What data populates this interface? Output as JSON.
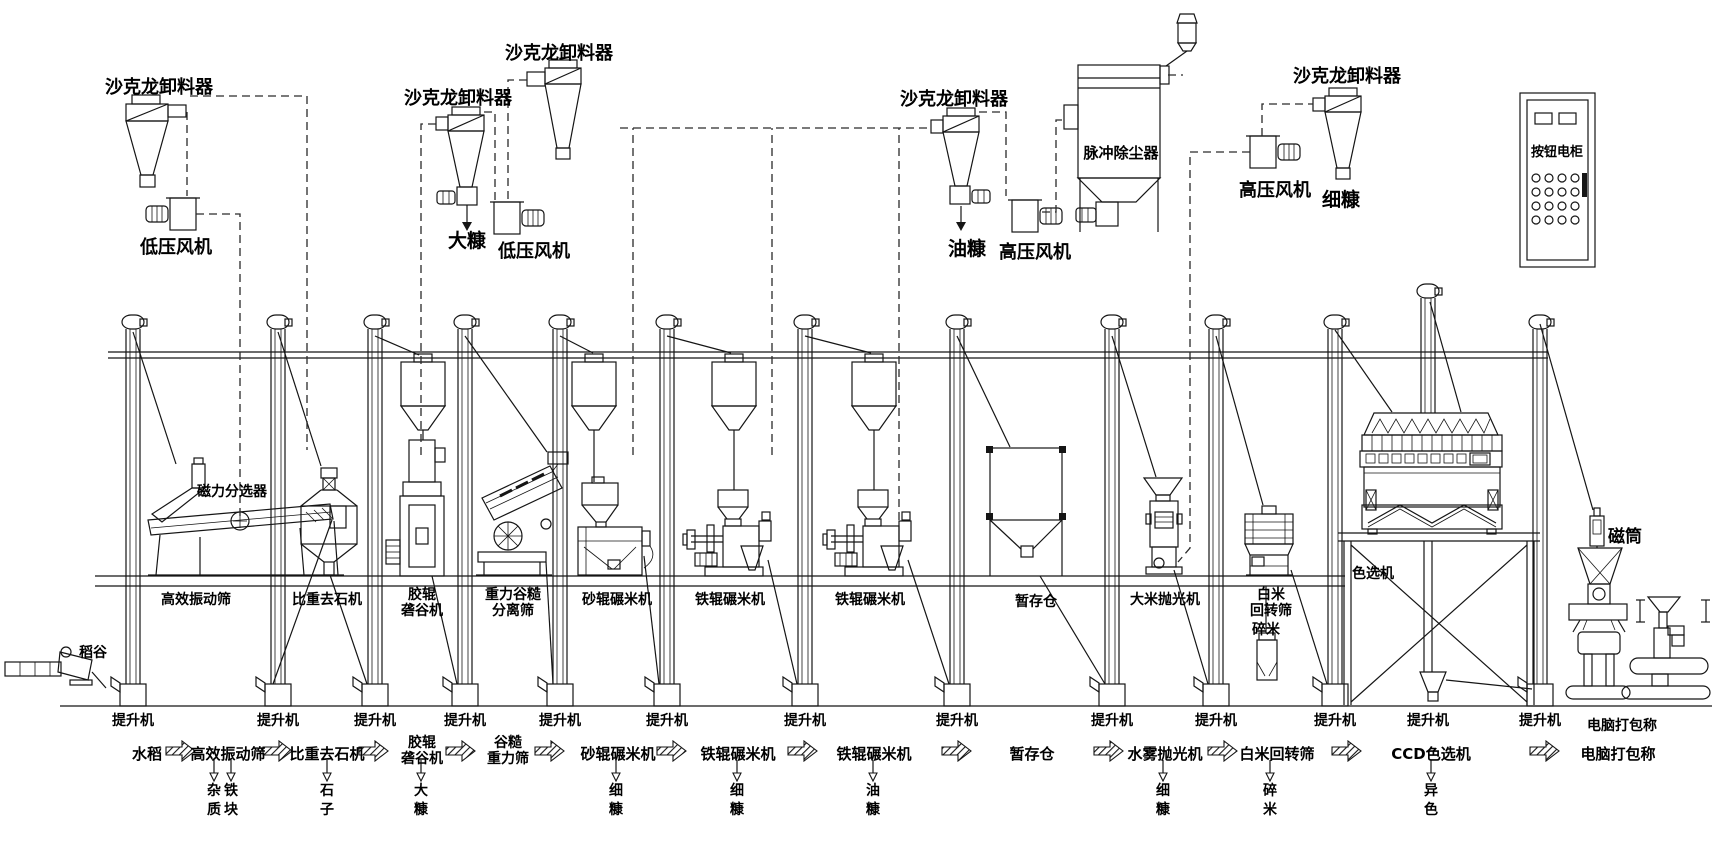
{
  "labels": {
    "cyclone_discharger": "沙克龙卸料器",
    "low_pressure_fan": "低压风机",
    "high_pressure_fan": "高压风机",
    "pulse_dust_collector": "脉冲除尘器",
    "button_cabinet": "按钮电柜",
    "big_chaff": "大糠",
    "oil_bran": "油糠",
    "fine_bran": "细糠",
    "elevator": "提升机",
    "paddy": "稻谷",
    "magnetic_separator": "磁力分选器",
    "magnetic_cylinder": "磁筒",
    "broken_rice": "碎米",
    "color_sorter": "色选机"
  },
  "machines": {
    "vibrating_sieve": "高效振动筛",
    "destoner": "比重去石机",
    "husker_line1": "胶辊",
    "husker_line2": "砻谷机",
    "paddy_separator_line1": "重力谷糙",
    "paddy_separator_line2": "分离筛",
    "sand_roller_mill": "砂辊碾米机",
    "iron_roller_mill": "铁辊碾米机",
    "storage_bin": "暂存仓",
    "rice_polisher": "大米抛光机",
    "rotary_sieve_line1": "白米",
    "rotary_sieve_line2": "回转筛",
    "packing_scale": "电脑打包称"
  },
  "flow": {
    "steps": [
      [
        "水稻"
      ],
      [
        "高效振动筛"
      ],
      [
        "比重去石机"
      ],
      [
        "胶辊",
        "砻谷机"
      ],
      [
        "谷糙",
        "重力筛"
      ],
      [
        "砂辊碾米机"
      ],
      [
        "铁辊碾米机"
      ],
      [
        "铁辊碾米机"
      ],
      [
        "暂存仓"
      ],
      [
        "水雾抛光机"
      ],
      [
        "白米回转筛"
      ],
      [
        "CCD色选机"
      ],
      [
        "电脑打包称"
      ]
    ],
    "outputs": {
      "impurity": "杂质",
      "iron_lump": "铁块",
      "stone": "石子",
      "big_chaff": "大糠",
      "fine_bran": "细糠",
      "oil_bran": "油糠",
      "broken_rice": "碎米",
      "off_color": "异色"
    }
  }
}
